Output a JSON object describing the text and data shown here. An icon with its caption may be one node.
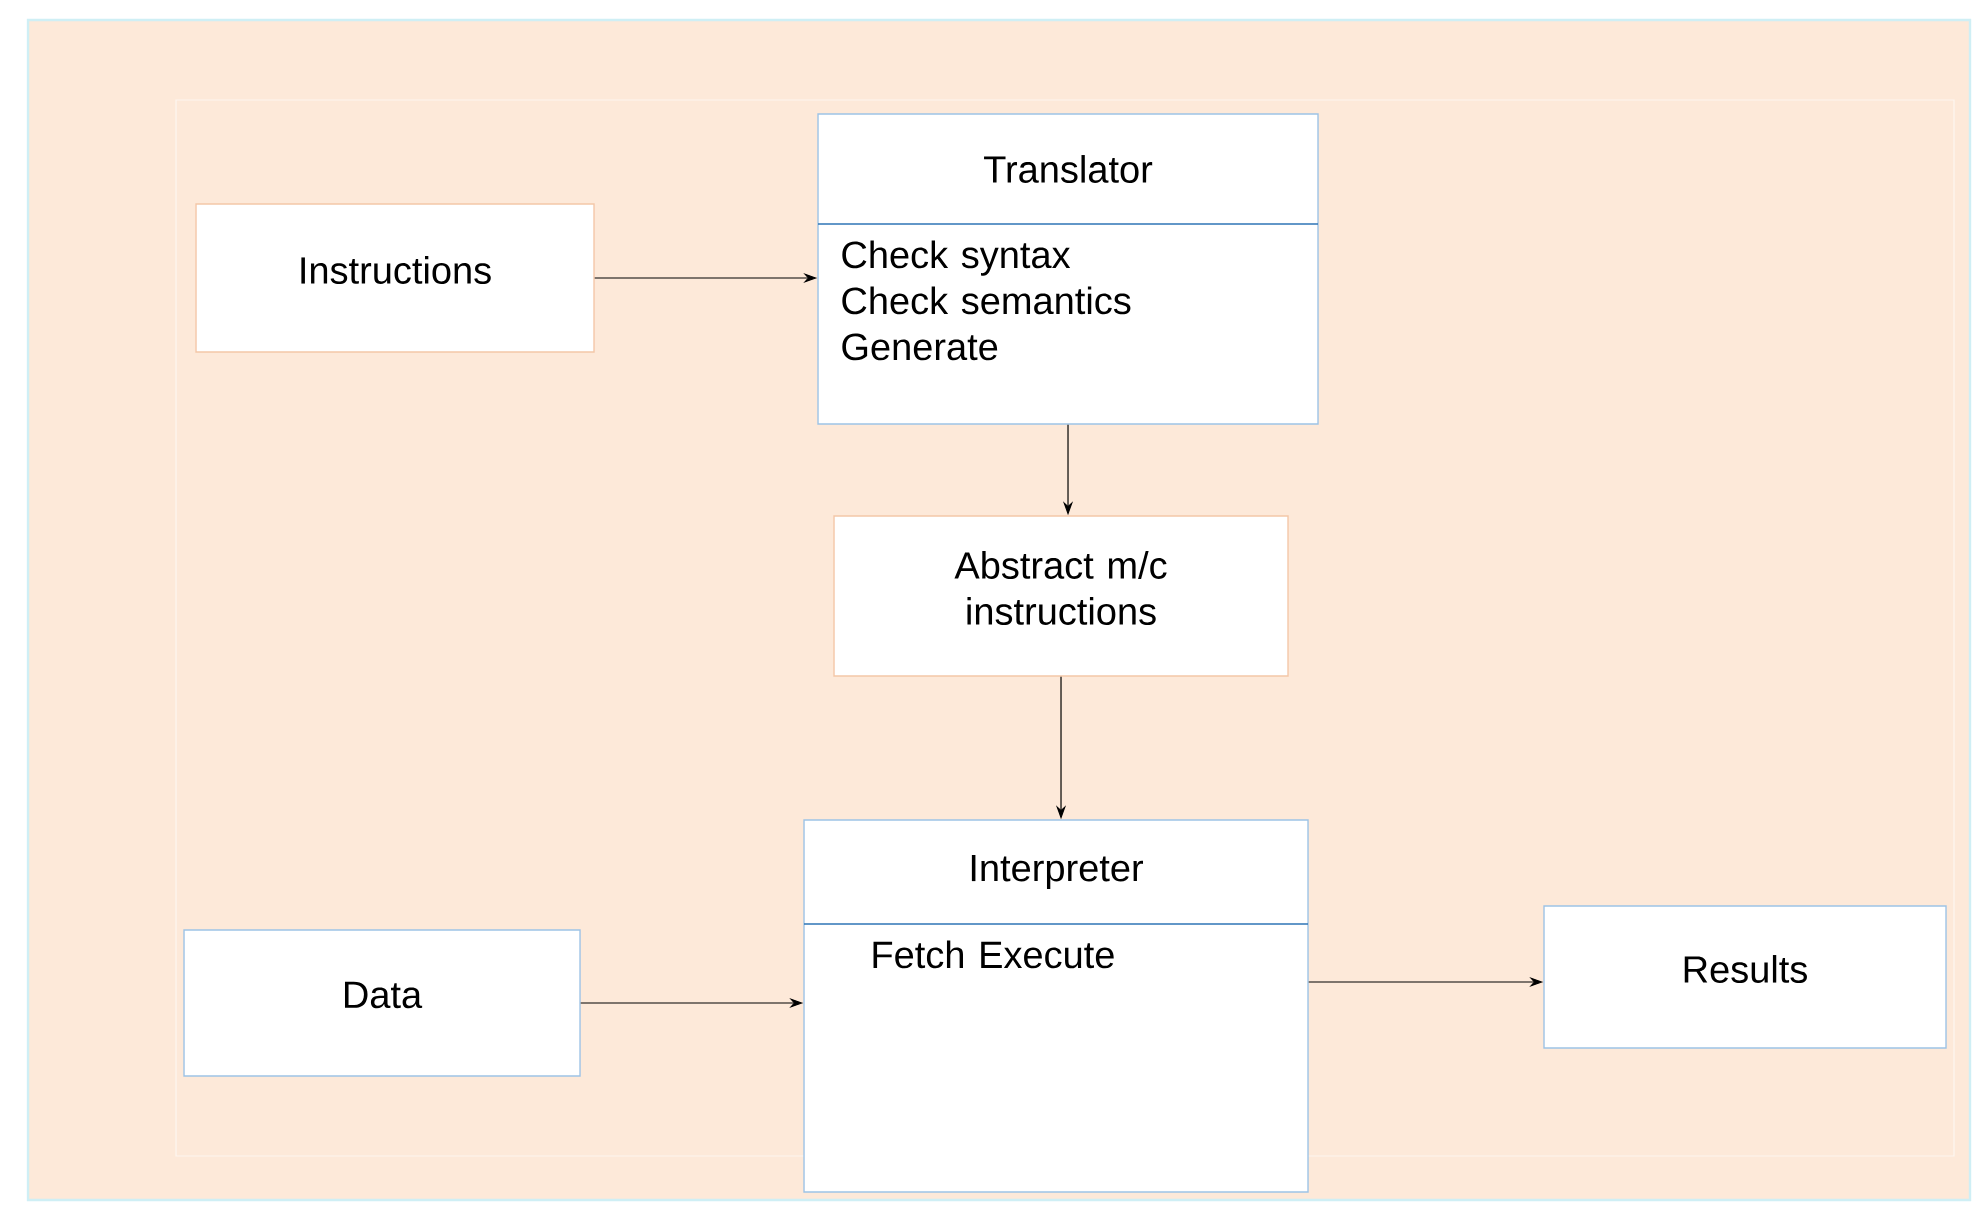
{
  "diagram": {
    "nodes": [
      {
        "text": [
          "Instructions"
        ]
      },
      {
        "text": [
          "Translator",
          "Check syntax Check semantics Generate"
        ]
      },
      {
        "text": [
          "Abstract m/c instructions"
        ]
      },
      {
        "text": [
          "Interpreter",
          "Fetch Execute"
        ]
      },
      {
        "text": [
          "Data"
        ]
      },
      {
        "text": [
          "Results"
        ]
      }
    ],
    "edges": [
      {
        "from": 0,
        "to": 1,
        "arrow": "to"
      },
      {
        "from": 1,
        "to": 2,
        "arrow": "to"
      },
      {
        "from": 2,
        "to": 3,
        "arrow": "to"
      },
      {
        "from": 4,
        "to": 3,
        "arrow": "to"
      },
      {
        "from": 3,
        "to": 5,
        "arrow": "to"
      }
    ]
  }
}
